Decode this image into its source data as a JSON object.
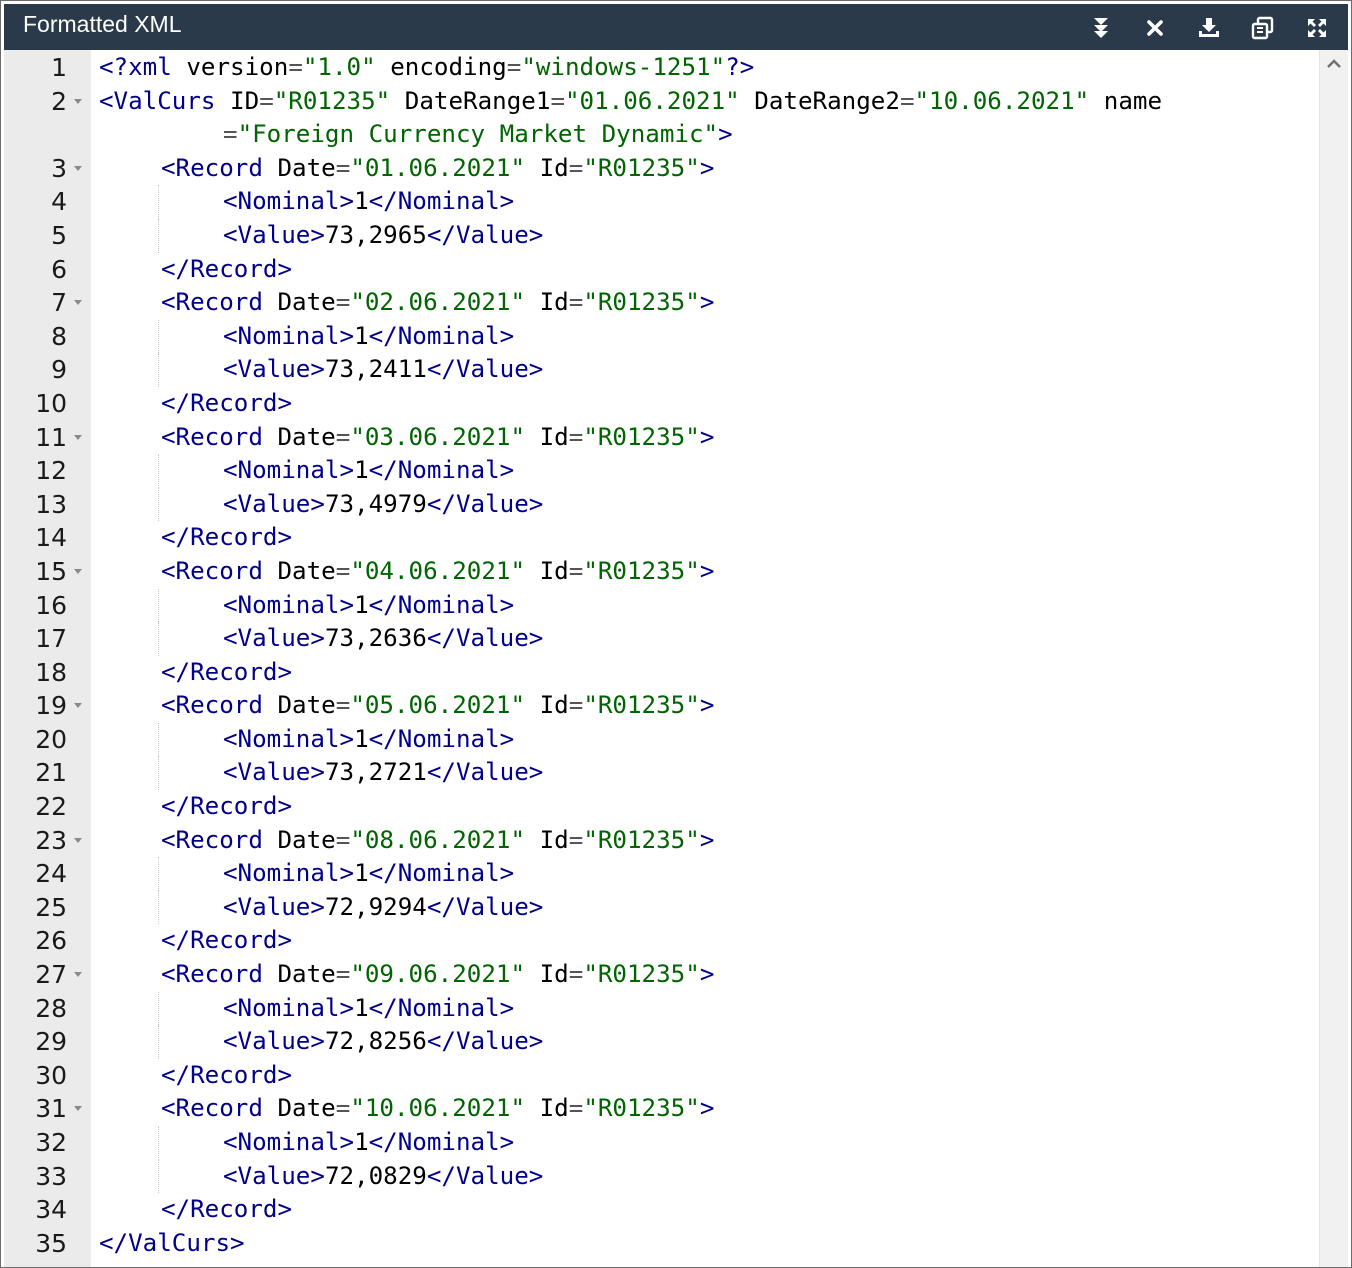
{
  "window": {
    "title": "Formatted XML"
  },
  "toolbar": {
    "buttons": [
      {
        "name": "collapse-all-button",
        "icon": "collapse-all-icon"
      },
      {
        "name": "clear-button",
        "icon": "close-icon"
      },
      {
        "name": "download-button",
        "icon": "download-icon"
      },
      {
        "name": "copy-button",
        "icon": "copy-icon"
      },
      {
        "name": "fullscreen-button",
        "icon": "expand-icon"
      }
    ]
  },
  "colors": {
    "titlebar": "#2b3a4a",
    "tag": "#00008b",
    "string": "#006400",
    "gutter": "#ebebeb"
  },
  "lines": [
    {
      "n": "1",
      "fold": false,
      "indent": 0,
      "tokens": [
        [
          "pi",
          "<?"
        ],
        [
          "tag",
          "xml"
        ],
        [
          "txt",
          " version"
        ],
        [
          "eq",
          "="
        ],
        [
          "str",
          "\"1.0\""
        ],
        [
          "txt",
          " encoding"
        ],
        [
          "eq",
          "="
        ],
        [
          "str",
          "\"windows-1251\""
        ],
        [
          "pi",
          "?>"
        ]
      ]
    },
    {
      "n": "2",
      "fold": true,
      "indent": 0,
      "tokens": [
        [
          "tag",
          "<ValCurs"
        ],
        [
          "txt",
          " ID"
        ],
        [
          "eq",
          "="
        ],
        [
          "str",
          "\"R01235\""
        ],
        [
          "txt",
          " DateRange1"
        ],
        [
          "eq",
          "="
        ],
        [
          "str",
          "\"01.06.2021\""
        ],
        [
          "txt",
          " DateRange2"
        ],
        [
          "eq",
          "="
        ],
        [
          "str",
          "\"10.06.2021\""
        ],
        [
          "txt",
          " name"
        ]
      ]
    },
    {
      "n": "",
      "fold": false,
      "indent": 2,
      "tokens": [
        [
          "eq",
          "="
        ],
        [
          "str",
          "\"Foreign Currency Market Dynamic\""
        ],
        [
          "tag",
          ">"
        ]
      ]
    },
    {
      "n": "3",
      "fold": true,
      "indent": 1,
      "tokens": [
        [
          "tag",
          "<Record"
        ],
        [
          "txt",
          " Date"
        ],
        [
          "eq",
          "="
        ],
        [
          "str",
          "\"01.06.2021\""
        ],
        [
          "txt",
          " Id"
        ],
        [
          "eq",
          "="
        ],
        [
          "str",
          "\"R01235\""
        ],
        [
          "tag",
          ">"
        ]
      ]
    },
    {
      "n": "4",
      "fold": false,
      "indent": 2,
      "tokens": [
        [
          "tag",
          "<Nominal>"
        ],
        [
          "txt",
          "1"
        ],
        [
          "tag",
          "</Nominal>"
        ]
      ]
    },
    {
      "n": "5",
      "fold": false,
      "indent": 2,
      "tokens": [
        [
          "tag",
          "<Value>"
        ],
        [
          "txt",
          "73,2965"
        ],
        [
          "tag",
          "</Value>"
        ]
      ]
    },
    {
      "n": "6",
      "fold": false,
      "indent": 1,
      "tokens": [
        [
          "tag",
          "</Record>"
        ]
      ]
    },
    {
      "n": "7",
      "fold": true,
      "indent": 1,
      "tokens": [
        [
          "tag",
          "<Record"
        ],
        [
          "txt",
          " Date"
        ],
        [
          "eq",
          "="
        ],
        [
          "str",
          "\"02.06.2021\""
        ],
        [
          "txt",
          " Id"
        ],
        [
          "eq",
          "="
        ],
        [
          "str",
          "\"R01235\""
        ],
        [
          "tag",
          ">"
        ]
      ]
    },
    {
      "n": "8",
      "fold": false,
      "indent": 2,
      "tokens": [
        [
          "tag",
          "<Nominal>"
        ],
        [
          "txt",
          "1"
        ],
        [
          "tag",
          "</Nominal>"
        ]
      ]
    },
    {
      "n": "9",
      "fold": false,
      "indent": 2,
      "tokens": [
        [
          "tag",
          "<Value>"
        ],
        [
          "txt",
          "73,2411"
        ],
        [
          "tag",
          "</Value>"
        ]
      ]
    },
    {
      "n": "10",
      "fold": false,
      "indent": 1,
      "tokens": [
        [
          "tag",
          "</Record>"
        ]
      ]
    },
    {
      "n": "11",
      "fold": true,
      "indent": 1,
      "tokens": [
        [
          "tag",
          "<Record"
        ],
        [
          "txt",
          " Date"
        ],
        [
          "eq",
          "="
        ],
        [
          "str",
          "\"03.06.2021\""
        ],
        [
          "txt",
          " Id"
        ],
        [
          "eq",
          "="
        ],
        [
          "str",
          "\"R01235\""
        ],
        [
          "tag",
          ">"
        ]
      ]
    },
    {
      "n": "12",
      "fold": false,
      "indent": 2,
      "tokens": [
        [
          "tag",
          "<Nominal>"
        ],
        [
          "txt",
          "1"
        ],
        [
          "tag",
          "</Nominal>"
        ]
      ]
    },
    {
      "n": "13",
      "fold": false,
      "indent": 2,
      "tokens": [
        [
          "tag",
          "<Value>"
        ],
        [
          "txt",
          "73,4979"
        ],
        [
          "tag",
          "</Value>"
        ]
      ]
    },
    {
      "n": "14",
      "fold": false,
      "indent": 1,
      "tokens": [
        [
          "tag",
          "</Record>"
        ]
      ]
    },
    {
      "n": "15",
      "fold": true,
      "indent": 1,
      "tokens": [
        [
          "tag",
          "<Record"
        ],
        [
          "txt",
          " Date"
        ],
        [
          "eq",
          "="
        ],
        [
          "str",
          "\"04.06.2021\""
        ],
        [
          "txt",
          " Id"
        ],
        [
          "eq",
          "="
        ],
        [
          "str",
          "\"R01235\""
        ],
        [
          "tag",
          ">"
        ]
      ]
    },
    {
      "n": "16",
      "fold": false,
      "indent": 2,
      "tokens": [
        [
          "tag",
          "<Nominal>"
        ],
        [
          "txt",
          "1"
        ],
        [
          "tag",
          "</Nominal>"
        ]
      ]
    },
    {
      "n": "17",
      "fold": false,
      "indent": 2,
      "tokens": [
        [
          "tag",
          "<Value>"
        ],
        [
          "txt",
          "73,2636"
        ],
        [
          "tag",
          "</Value>"
        ]
      ]
    },
    {
      "n": "18",
      "fold": false,
      "indent": 1,
      "tokens": [
        [
          "tag",
          "</Record>"
        ]
      ]
    },
    {
      "n": "19",
      "fold": true,
      "indent": 1,
      "tokens": [
        [
          "tag",
          "<Record"
        ],
        [
          "txt",
          " Date"
        ],
        [
          "eq",
          "="
        ],
        [
          "str",
          "\"05.06.2021\""
        ],
        [
          "txt",
          " Id"
        ],
        [
          "eq",
          "="
        ],
        [
          "str",
          "\"R01235\""
        ],
        [
          "tag",
          ">"
        ]
      ]
    },
    {
      "n": "20",
      "fold": false,
      "indent": 2,
      "tokens": [
        [
          "tag",
          "<Nominal>"
        ],
        [
          "txt",
          "1"
        ],
        [
          "tag",
          "</Nominal>"
        ]
      ]
    },
    {
      "n": "21",
      "fold": false,
      "indent": 2,
      "tokens": [
        [
          "tag",
          "<Value>"
        ],
        [
          "txt",
          "73,2721"
        ],
        [
          "tag",
          "</Value>"
        ]
      ]
    },
    {
      "n": "22",
      "fold": false,
      "indent": 1,
      "tokens": [
        [
          "tag",
          "</Record>"
        ]
      ]
    },
    {
      "n": "23",
      "fold": true,
      "indent": 1,
      "tokens": [
        [
          "tag",
          "<Record"
        ],
        [
          "txt",
          " Date"
        ],
        [
          "eq",
          "="
        ],
        [
          "str",
          "\"08.06.2021\""
        ],
        [
          "txt",
          " Id"
        ],
        [
          "eq",
          "="
        ],
        [
          "str",
          "\"R01235\""
        ],
        [
          "tag",
          ">"
        ]
      ]
    },
    {
      "n": "24",
      "fold": false,
      "indent": 2,
      "tokens": [
        [
          "tag",
          "<Nominal>"
        ],
        [
          "txt",
          "1"
        ],
        [
          "tag",
          "</Nominal>"
        ]
      ]
    },
    {
      "n": "25",
      "fold": false,
      "indent": 2,
      "tokens": [
        [
          "tag",
          "<Value>"
        ],
        [
          "txt",
          "72,9294"
        ],
        [
          "tag",
          "</Value>"
        ]
      ]
    },
    {
      "n": "26",
      "fold": false,
      "indent": 1,
      "tokens": [
        [
          "tag",
          "</Record>"
        ]
      ]
    },
    {
      "n": "27",
      "fold": true,
      "indent": 1,
      "tokens": [
        [
          "tag",
          "<Record"
        ],
        [
          "txt",
          " Date"
        ],
        [
          "eq",
          "="
        ],
        [
          "str",
          "\"09.06.2021\""
        ],
        [
          "txt",
          " Id"
        ],
        [
          "eq",
          "="
        ],
        [
          "str",
          "\"R01235\""
        ],
        [
          "tag",
          ">"
        ]
      ]
    },
    {
      "n": "28",
      "fold": false,
      "indent": 2,
      "tokens": [
        [
          "tag",
          "<Nominal>"
        ],
        [
          "txt",
          "1"
        ],
        [
          "tag",
          "</Nominal>"
        ]
      ]
    },
    {
      "n": "29",
      "fold": false,
      "indent": 2,
      "tokens": [
        [
          "tag",
          "<Value>"
        ],
        [
          "txt",
          "72,8256"
        ],
        [
          "tag",
          "</Value>"
        ]
      ]
    },
    {
      "n": "30",
      "fold": false,
      "indent": 1,
      "tokens": [
        [
          "tag",
          "</Record>"
        ]
      ]
    },
    {
      "n": "31",
      "fold": true,
      "indent": 1,
      "tokens": [
        [
          "tag",
          "<Record"
        ],
        [
          "txt",
          " Date"
        ],
        [
          "eq",
          "="
        ],
        [
          "str",
          "\"10.06.2021\""
        ],
        [
          "txt",
          " Id"
        ],
        [
          "eq",
          "="
        ],
        [
          "str",
          "\"R01235\""
        ],
        [
          "tag",
          ">"
        ]
      ]
    },
    {
      "n": "32",
      "fold": false,
      "indent": 2,
      "tokens": [
        [
          "tag",
          "<Nominal>"
        ],
        [
          "txt",
          "1"
        ],
        [
          "tag",
          "</Nominal>"
        ]
      ]
    },
    {
      "n": "33",
      "fold": false,
      "indent": 2,
      "tokens": [
        [
          "tag",
          "<Value>"
        ],
        [
          "txt",
          "72,0829"
        ],
        [
          "tag",
          "</Value>"
        ]
      ]
    },
    {
      "n": "34",
      "fold": false,
      "indent": 1,
      "tokens": [
        [
          "tag",
          "</Record>"
        ]
      ]
    },
    {
      "n": "35",
      "fold": false,
      "indent": 0,
      "tokens": [
        [
          "tag",
          "</ValCurs>"
        ]
      ]
    }
  ]
}
